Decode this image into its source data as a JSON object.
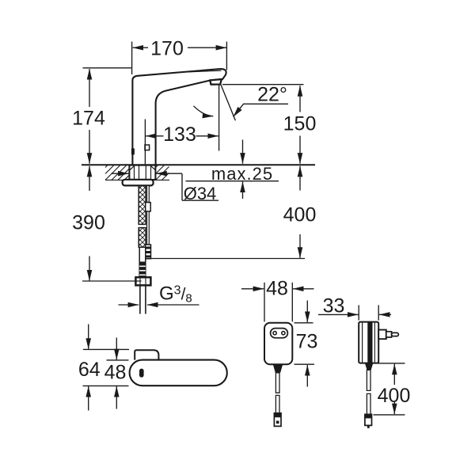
{
  "page": {
    "background": "#ffffff",
    "ink": "#1a1a1a"
  },
  "drawing_type": "faucet installation dimension drawing",
  "labels": {
    "spout_length": "170",
    "height_to_deck": "174",
    "stream_angle": "22°",
    "outlet_height": "150",
    "sensor_reach": "133",
    "deck_thickness": "max.25",
    "hole_diameter": "Ø34",
    "install_clearance": "400",
    "hose_length": "390",
    "thread": {
      "g": "G",
      "num": "3",
      "slash": "/",
      "den": "8"
    },
    "top_view": {
      "total_depth": "64",
      "body_width": "48"
    },
    "psu": {
      "width": "48",
      "height": "73",
      "depth": "33",
      "cable_length": "400"
    }
  }
}
